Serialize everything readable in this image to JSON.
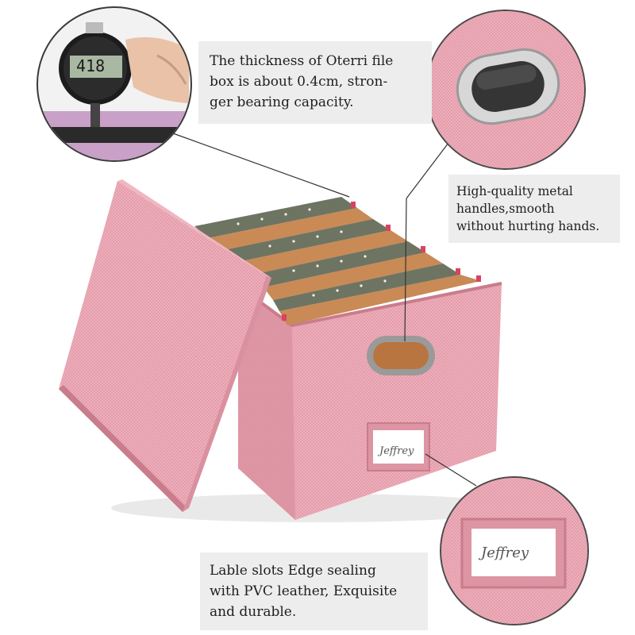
{
  "callouts": {
    "thickness": {
      "lines": [
        "The thickness of Oterri file",
        "box is about 0.4cm, stron-",
        "ger bearing capacity."
      ]
    },
    "handles": {
      "lines": [
        "High-quality metal",
        "handles,smooth",
        "without hurting hands."
      ]
    },
    "label_slot": {
      "lines": [
        "Lable slots Edge sealing",
        "with PVC leather, Exquisite",
        "and durable."
      ]
    }
  },
  "gauge": {
    "reading": "418"
  },
  "name_tag": {
    "text": "Jeffrey"
  },
  "colors": {
    "box_pink": "#e8a2b0",
    "box_pink_dark": "#d98b9a",
    "folder_green": "#6e7462",
    "folder_orange": "#c98a55",
    "callout_bg": "#ededed",
    "handle_metal": "#a7a7a7"
  }
}
